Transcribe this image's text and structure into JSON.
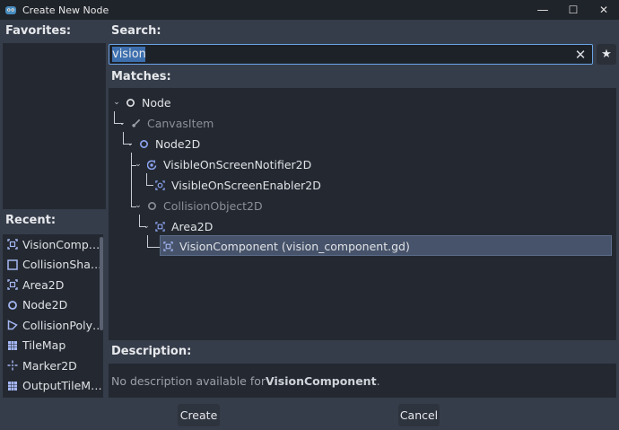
{
  "window": {
    "title": "Create New Node",
    "minimize": "—",
    "maximize": "☐",
    "close": "✕"
  },
  "favorites": {
    "label": "Favorites:"
  },
  "recent": {
    "label": "Recent:",
    "items": [
      {
        "label": "VisionComp…",
        "icon": "area-icon"
      },
      {
        "label": "CollisionSha…",
        "icon": "collision-shape-icon"
      },
      {
        "label": "Area2D",
        "icon": "area-icon"
      },
      {
        "label": "Node2D",
        "icon": "node-icon"
      },
      {
        "label": "CollisionPoly…",
        "icon": "collision-polygon-icon"
      },
      {
        "label": "TileMap",
        "icon": "tilemap-icon"
      },
      {
        "label": "Marker2D",
        "icon": "marker-icon"
      },
      {
        "label": "OutputTileM…",
        "icon": "tilemap-icon"
      }
    ]
  },
  "search": {
    "label": "Search:",
    "value": "vision",
    "clear": "✕",
    "favorite": "★"
  },
  "matches": {
    "label": "Matches:",
    "tree": [
      {
        "label": "Node",
        "dim": false,
        "icon": "node-icon"
      },
      {
        "label": "CanvasItem",
        "dim": true,
        "icon": "brush-icon"
      },
      {
        "label": "Node2D",
        "dim": false,
        "icon": "node-icon"
      },
      {
        "label": "VisibleOnScreenNotifier2D",
        "dim": false,
        "icon": "notifier-icon"
      },
      {
        "label": "VisibleOnScreenEnabler2D",
        "dim": false,
        "icon": "enabler-icon"
      },
      {
        "label": "CollisionObject2D",
        "dim": true,
        "icon": "node-icon"
      },
      {
        "label": "Area2D",
        "dim": false,
        "icon": "area-icon"
      },
      {
        "label": "VisionComponent (vision_component.gd)",
        "dim": false,
        "icon": "area-icon"
      }
    ]
  },
  "description": {
    "label": "Description:",
    "prefix": "No description available for ",
    "name": "VisionComponent",
    "suffix": "."
  },
  "buttons": {
    "create": "Create",
    "cancel": "Cancel"
  },
  "colors": {
    "background": "#363d4a",
    "panel": "#242931",
    "accent": "#6aa4e6",
    "node2d": "#8da5f3",
    "selection": "#46536a"
  }
}
